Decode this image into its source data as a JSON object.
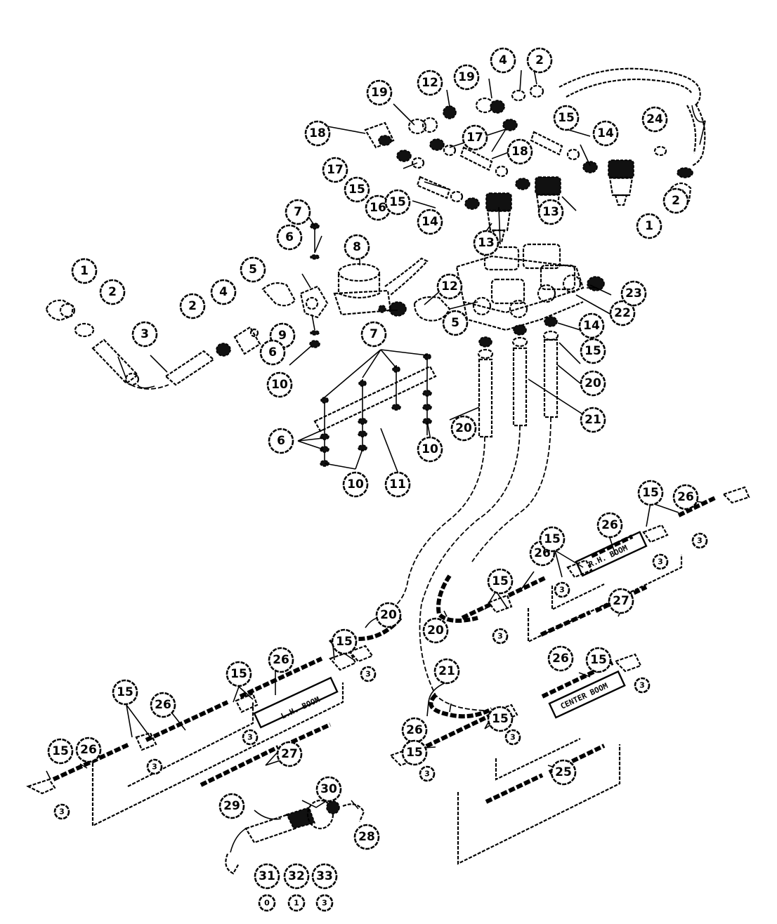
{
  "diagram": {
    "part_numbers": [
      "1",
      "2",
      "3",
      "4",
      "5",
      "6",
      "7",
      "8",
      "9",
      "10",
      "11",
      "12",
      "13",
      "14",
      "15",
      "16",
      "17",
      "18",
      "19",
      "20",
      "21",
      "22",
      "23",
      "24",
      "25",
      "26",
      "27",
      "28",
      "29",
      "30",
      "31",
      "32",
      "33"
    ],
    "numbers_below_33_to_31": [
      "0",
      "1",
      "3"
    ],
    "boom_labels": {
      "left": "L.H. BOOM",
      "right": "R.H. BOOM",
      "center": "CENTER BOOM"
    }
  }
}
